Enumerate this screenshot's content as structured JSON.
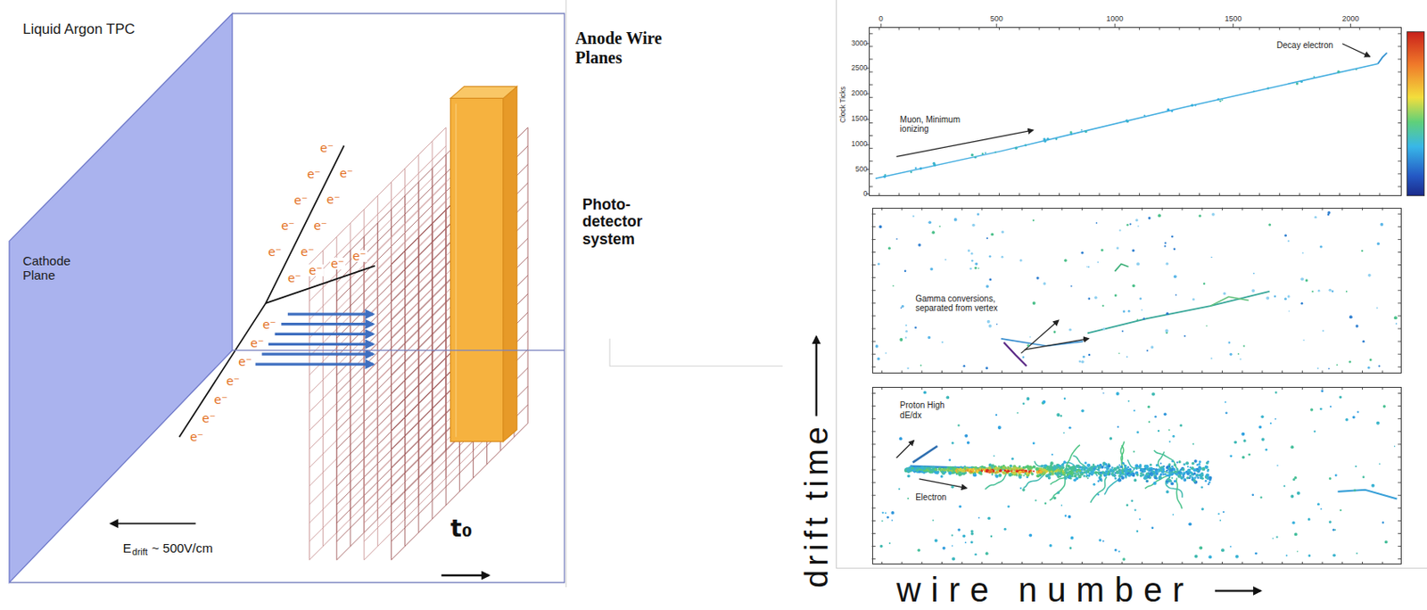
{
  "diagram": {
    "nodes": [
      {
        "text": [
          "Liquid Argon TPC"
        ]
      },
      {
        "text": [
          "Cathode Plane"
        ],
        "in": 0
      },
      {
        "text": [
          "Decay electron",
          "Muon, Minimum ionizing"
        ]
      },
      {
        "text": [
          "Gamma conversions, separated from vertex"
        ]
      },
      {
        "text": [
          "Proton High dE/dx",
          "Electron"
        ]
      }
    ],
    "labels": [
      "Anode Wire Planes",
      "Photo-detector system",
      "e⁻",
      "e⁻",
      "e⁻",
      "e⁻",
      "e⁻",
      "e⁻",
      "e⁻",
      "e⁻",
      "e⁻",
      "e⁻",
      "e⁻",
      "e⁻",
      "e⁻",
      "e⁻",
      "e⁻",
      "e⁻",
      "e⁻",
      "e⁻",
      "e⁻",
      "e⁻",
      "E",
      "drift",
      "~ 500V/cm",
      "t₀",
      "0",
      "500",
      "1000",
      "1500",
      "2000",
      "3000",
      "2500",
      "2000",
      "1500",
      "1000",
      "500",
      "0",
      "Clock Ticks",
      "drift time",
      "wire number"
    ]
  }
}
